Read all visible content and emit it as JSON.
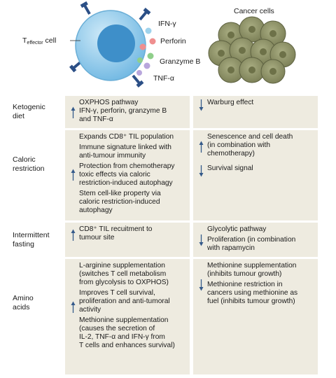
{
  "illustration": {
    "t_cell_label_main": "T",
    "t_cell_label_sub": "effector",
    "t_cell_label_tail": " cell",
    "cancer_label": "Cancer cells",
    "secreted": [
      {
        "label": "IFN-γ",
        "color": "#9fd3ec"
      },
      {
        "label": "Perforin",
        "color": "#ef8f8f"
      },
      {
        "label": "Granzyme B",
        "color": "#8fcf8a"
      },
      {
        "label": "TNF-α",
        "color": "#b8a6dc"
      }
    ],
    "colors": {
      "t_cell": "#7fc4ea",
      "t_cell_nucleus": "#3e8fc9",
      "cancer_cell": "#8f9466",
      "receptor": "#2b4f86"
    }
  },
  "arrow_directions": {
    "up": "up-arrow-icon",
    "down": "down-arrow-icon"
  },
  "rows": [
    {
      "label": "Ketogenic\ndiet",
      "left": [
        {
          "dir": "up",
          "items": [
            "OXPHOS pathway\nIFN-γ, perforin, granzyme B\nand TNF-α"
          ]
        }
      ],
      "right": [
        {
          "dir": "down",
          "items": [
            "Warburg effect"
          ]
        }
      ]
    },
    {
      "label": "Caloric\nrestriction",
      "left": [
        {
          "dir": "up",
          "items": [
            "Expands CD8⁺ TIL population",
            "Immune signature linked with\nanti-tumour immunity",
            "Protection from chemotherapy\ntoxic effects via caloric\nrestriction-induced autophagy",
            "Stem cell-like property via\ncaloric restriction-induced\nautophagy"
          ]
        }
      ],
      "right": [
        {
          "dir": "up",
          "items": [
            "Senescence and cell death\n(in combination with\nchemotherapy)"
          ]
        },
        {
          "dir": "down",
          "items": [
            "Survival signal"
          ]
        }
      ]
    },
    {
      "label": "Intermittent\nfasting",
      "left": [
        {
          "dir": "up",
          "items": [
            "CD8⁺ TIL recuitment to\ntumour site"
          ]
        }
      ],
      "right": [
        {
          "dir": "down",
          "items": [
            "Glycolytic pathway",
            "Proliferation (in combination\nwith rapamycin"
          ]
        }
      ]
    },
    {
      "label": "Amino\nacids",
      "left": [
        {
          "dir": "up",
          "items": [
            "L-arginine supplementation\n(switches T cell metabolism\nfrom glycolysis to OXPHOS)",
            "Improves T cell survival,\nproliferation and anti-tumoral\nactivity",
            "Methionine supplementation\n(causes the secretion of\nIL-2, TNF-α and IFN-γ from\nT cells and enhances survival)"
          ]
        }
      ],
      "right": [
        {
          "dir": "down",
          "items": [
            "Methionine supplementation\n(inhibits tumour growth)",
            "Methionine restriction in\ncancers using methionine as\nfuel (inhibits tumour growth)"
          ]
        }
      ]
    }
  ]
}
